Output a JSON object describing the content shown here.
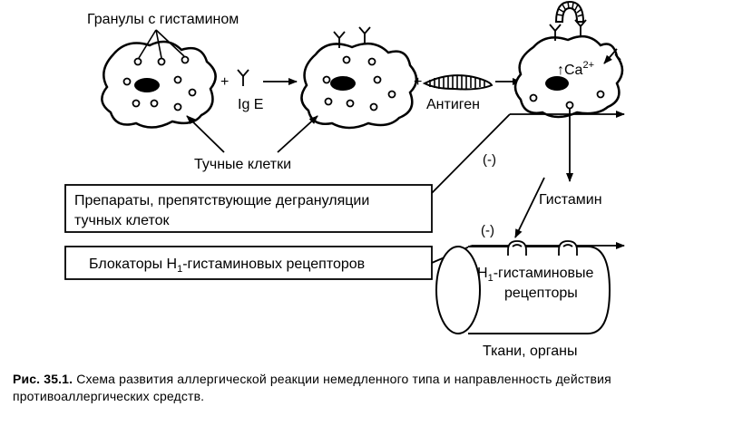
{
  "labels": {
    "granules": "Гранулы с гистамином",
    "ige": "Ig E",
    "plus1": "+",
    "plus2": "+",
    "antigen": "Антиген",
    "ca": "Ca",
    "ca_sup": "2+",
    "ca_arrow": "↑",
    "mast_cells": "Тучные клетки",
    "minus1": "(-)",
    "minus2": "(-)",
    "histamine": "Гистамин",
    "receptors_line1_prefix": "H",
    "receptors_line1_sub": "1",
    "receptors_line1_suffix": "-гистаминовые",
    "receptors_line2": "рецепторы",
    "tissues": "Ткани, органы"
  },
  "boxes": {
    "degranulation_line1": "Препараты, препятствующие дегрануляции",
    "degranulation_line2": "тучных клеток",
    "blockers_prefix": "Блокаторы H",
    "blockers_sub": "1",
    "blockers_suffix": "-гистаминовых рецепторов"
  },
  "caption": {
    "number": "Рис. 35.1.",
    "text": " Схема развития аллергической реакции немедленного типа и направленность действия противоаллергических средств."
  }
}
